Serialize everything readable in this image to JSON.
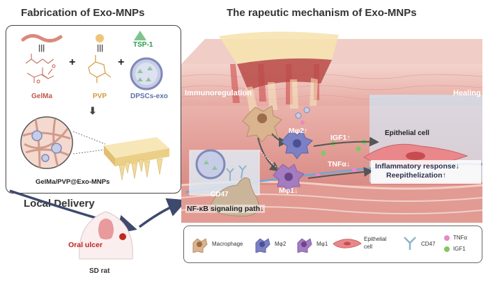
{
  "titles": {
    "fabrication": "Fabrication of Exo-MNPs",
    "mechanism": "The rapeutic mechanism of Exo-MNPs",
    "local_delivery": "Local Delivery"
  },
  "materials": {
    "gelma": "GelMa",
    "pvp": "PVP",
    "tsp1": "TSP-1",
    "dpscs": "DPSCs-exo",
    "product": "GelMa/PVP@Exo-MNPs",
    "equiv_symbol": "|||",
    "plus": "+",
    "arrow_down": "⬇"
  },
  "rat": {
    "oral_ulcer": "Oral ulcer",
    "sd_rat": "SD rat"
  },
  "mechanism_labels": {
    "immunoregulation": "Immunoregulation",
    "healing": "Healing",
    "m2": "Mφ2↑",
    "m1": "Mφ1↓",
    "igf1": "IGF1↑",
    "tnfa": "TNFα↓",
    "epithelial": "Epithelial cell",
    "inflammatory": "Inflammatory response↓",
    "reepithelization": "Reepithelization↑",
    "cd47": "CD47",
    "nfkb": "NF-κB signaling path↓"
  },
  "legend": {
    "macrophage": "Macrophage",
    "m2": "Mφ2",
    "m1": "Mφ1",
    "epithelial_line1": "Epithelial",
    "epithelial_line2": "cell",
    "cd47": "CD47",
    "tnfa": "TNFα",
    "igf1": "IGF1"
  },
  "colors": {
    "tissue": "#e9a5a0",
    "tissue_dark": "#d98780",
    "skin_top": "#f1c6bf",
    "mnp": "#f3dfa8",
    "macrophage": "#c9a580",
    "m2": "#6d73b8",
    "m1": "#9a6fb3",
    "epithelial": "#e4797a",
    "tnfa": "#e48bc4",
    "igf1": "#7fc860",
    "arrow": "#3d4a6e"
  }
}
